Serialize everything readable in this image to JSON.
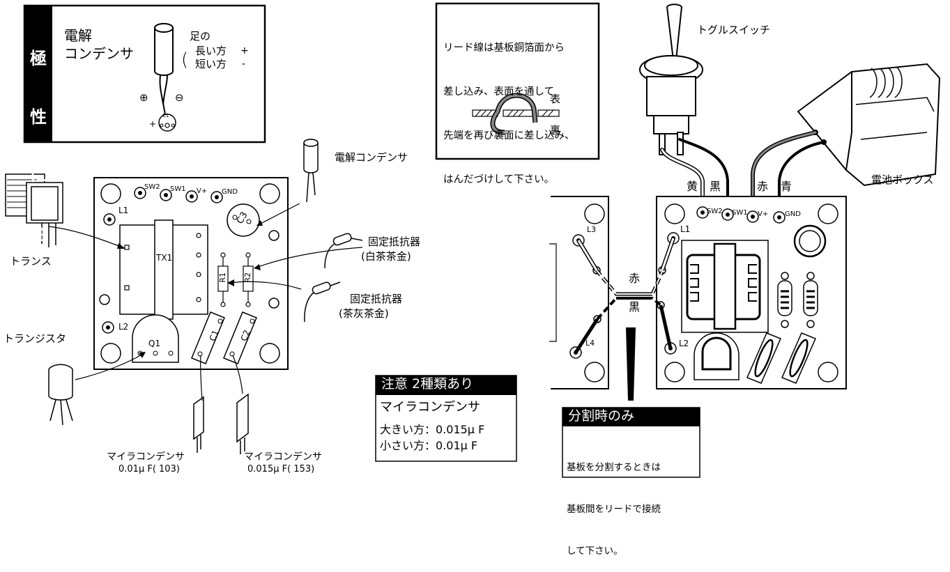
{
  "polarity_box": {
    "vertical_title": [
      "極",
      "性",
      "に",
      "注",
      "意"
    ],
    "component_line1": "電解",
    "component_line2": "コンデンサ",
    "legs_title": "足の",
    "long_label": "長い方",
    "short_label": "短い方",
    "plus": "+",
    "minus": "-",
    "paren": "(",
    "circle_plus": "⊕",
    "circle_minus": "⊖",
    "pad_plus": "+",
    "pad_ref": "C1"
  },
  "lead_note": {
    "lines": [
      "リード線は基板銅箔面から",
      "差し込み、表面を通して",
      "先端を再び裏面に差し込み、",
      "はんだづけして下さい。"
    ],
    "front_label": "表",
    "back_label": "裏"
  },
  "left_labels": {
    "electrolytic": "電解コンデンサ",
    "resistor1_name": "固定抵抗器",
    "resistor1_color": "(白茶茶金)",
    "resistor2_name": "固定抵抗器",
    "resistor2_color": "(茶灰茶金)",
    "transformer": "トランス",
    "transistor": "トランジスタ",
    "mylar1_name": "マイラコンデンサ",
    "mylar1_value": "0.01μ F( 103)",
    "mylar2_name": "マイラコンデンサ",
    "mylar2_value": "0.015μ F( 153)"
  },
  "board_left": {
    "pads": [
      "SW2",
      "SW1",
      "V+",
      "GND"
    ],
    "l1": "L1",
    "l2": "L2",
    "c3": "C3",
    "tx1": "TX1",
    "r1": "R1",
    "r2": "R2",
    "c1": "C1",
    "c2": "C2",
    "q1": "Q1"
  },
  "caution_box": {
    "header": "注意 2種類あり",
    "title": "マイラコンデンサ",
    "large": "大きい方：0.015μ F",
    "small": "小さい方：0.01μ F"
  },
  "split_box": {
    "header": "分割時のみ",
    "lines": [
      "基板を分割するときは",
      "基板間をリードで接続",
      "して下さい。"
    ]
  },
  "right_labels": {
    "toggle_switch": "トグルスイッチ",
    "battery_box": "電池ボックス",
    "wire_yellow": "黄",
    "wire_black": "黒",
    "wire_red": "赤",
    "wire_blue": "青",
    "link_red": "赤",
    "link_black": "黒"
  },
  "board_right": {
    "pads": [
      "SW2",
      "SW1",
      "V+",
      "GND"
    ],
    "l1": "L1",
    "l2": "L2",
    "l3": "L3",
    "l4": "L4"
  }
}
